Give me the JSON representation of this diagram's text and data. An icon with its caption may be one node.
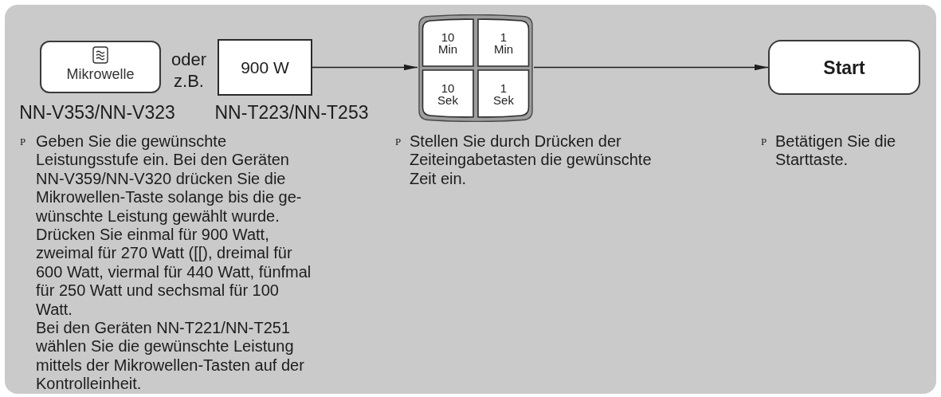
{
  "diagram": {
    "nodes": [
      {
        "text": [
          "Mikrowelle"
        ],
        "beside": [
          "NN-V353/NN-V323"
        ]
      },
      {
        "text": [
          "900 W"
        ],
        "beside": [
          "NN-T223/NN-T253"
        ]
      },
      {
        "text": [],
        "shape": "box"
      },
      {
        "text": [
          "10 Min"
        ],
        "in": 2
      },
      {
        "text": [
          "1 Min"
        ],
        "in": 2
      },
      {
        "text": [
          "10 Sek"
        ],
        "in": 2
      },
      {
        "text": [
          "1 Sek"
        ],
        "in": 2
      },
      {
        "text": [
          "Start"
        ]
      }
    ],
    "edges": [
      {
        "from": 1,
        "to": 2,
        "arrow": "to"
      },
      {
        "from": 2,
        "to": 7,
        "arrow": "to"
      }
    ],
    "labels": [
      "oder z.B.",
      "P",
      "Geben Sie die gewünschte Leistungsstufe ein. Bei den Geräten NN-V359/NN-V320 drücken Sie die Mikrowellen-Taste solange bis die ge- wünschte Leistung gewählt wurde. Drücken Sie einmal für 900 Watt, zweimal für 270 Watt ([[), dreimal für 600 Watt, viermal für 440 Watt, fünfmal für 250 Watt und sechsmal für 100 Watt.",
      "Bei den Geräten NN-T221/NN-T251 wählen Sie die gewünschte Leistung mittels der Mikrowellen-Tasten auf der Kontrolleinheit.",
      "P",
      "Stellen Sie durch Drücken der Zeiteingabetasten die gewünschte Zeit ein.",
      "P",
      "Betätigen Sie die Starttaste."
    ]
  }
}
